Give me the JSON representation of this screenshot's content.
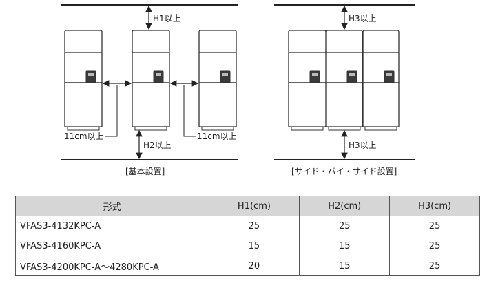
{
  "diagram": {
    "labels": {
      "h1": "H1以上",
      "h2": "H2以上",
      "h3_top": "H3以上",
      "h3_bottom": "H3以上",
      "gap_left": "11cm以上",
      "gap_right": "11cm以上"
    },
    "captions": {
      "basic": "[基本設置]",
      "side": "[サイド・バイ・サイド設置]"
    }
  },
  "table": {
    "headers": [
      "形式",
      "H1(cm)",
      "H2(cm)",
      "H3(cm)"
    ],
    "rows": [
      [
        "VFAS3-4132KPC-A",
        "25",
        "25",
        "25"
      ],
      [
        "VFAS3-4160KPC-A",
        "15",
        "15",
        "25"
      ],
      [
        "VFAS3-4200KPC-A～4280KPC-A",
        "20",
        "15",
        "25"
      ]
    ]
  }
}
